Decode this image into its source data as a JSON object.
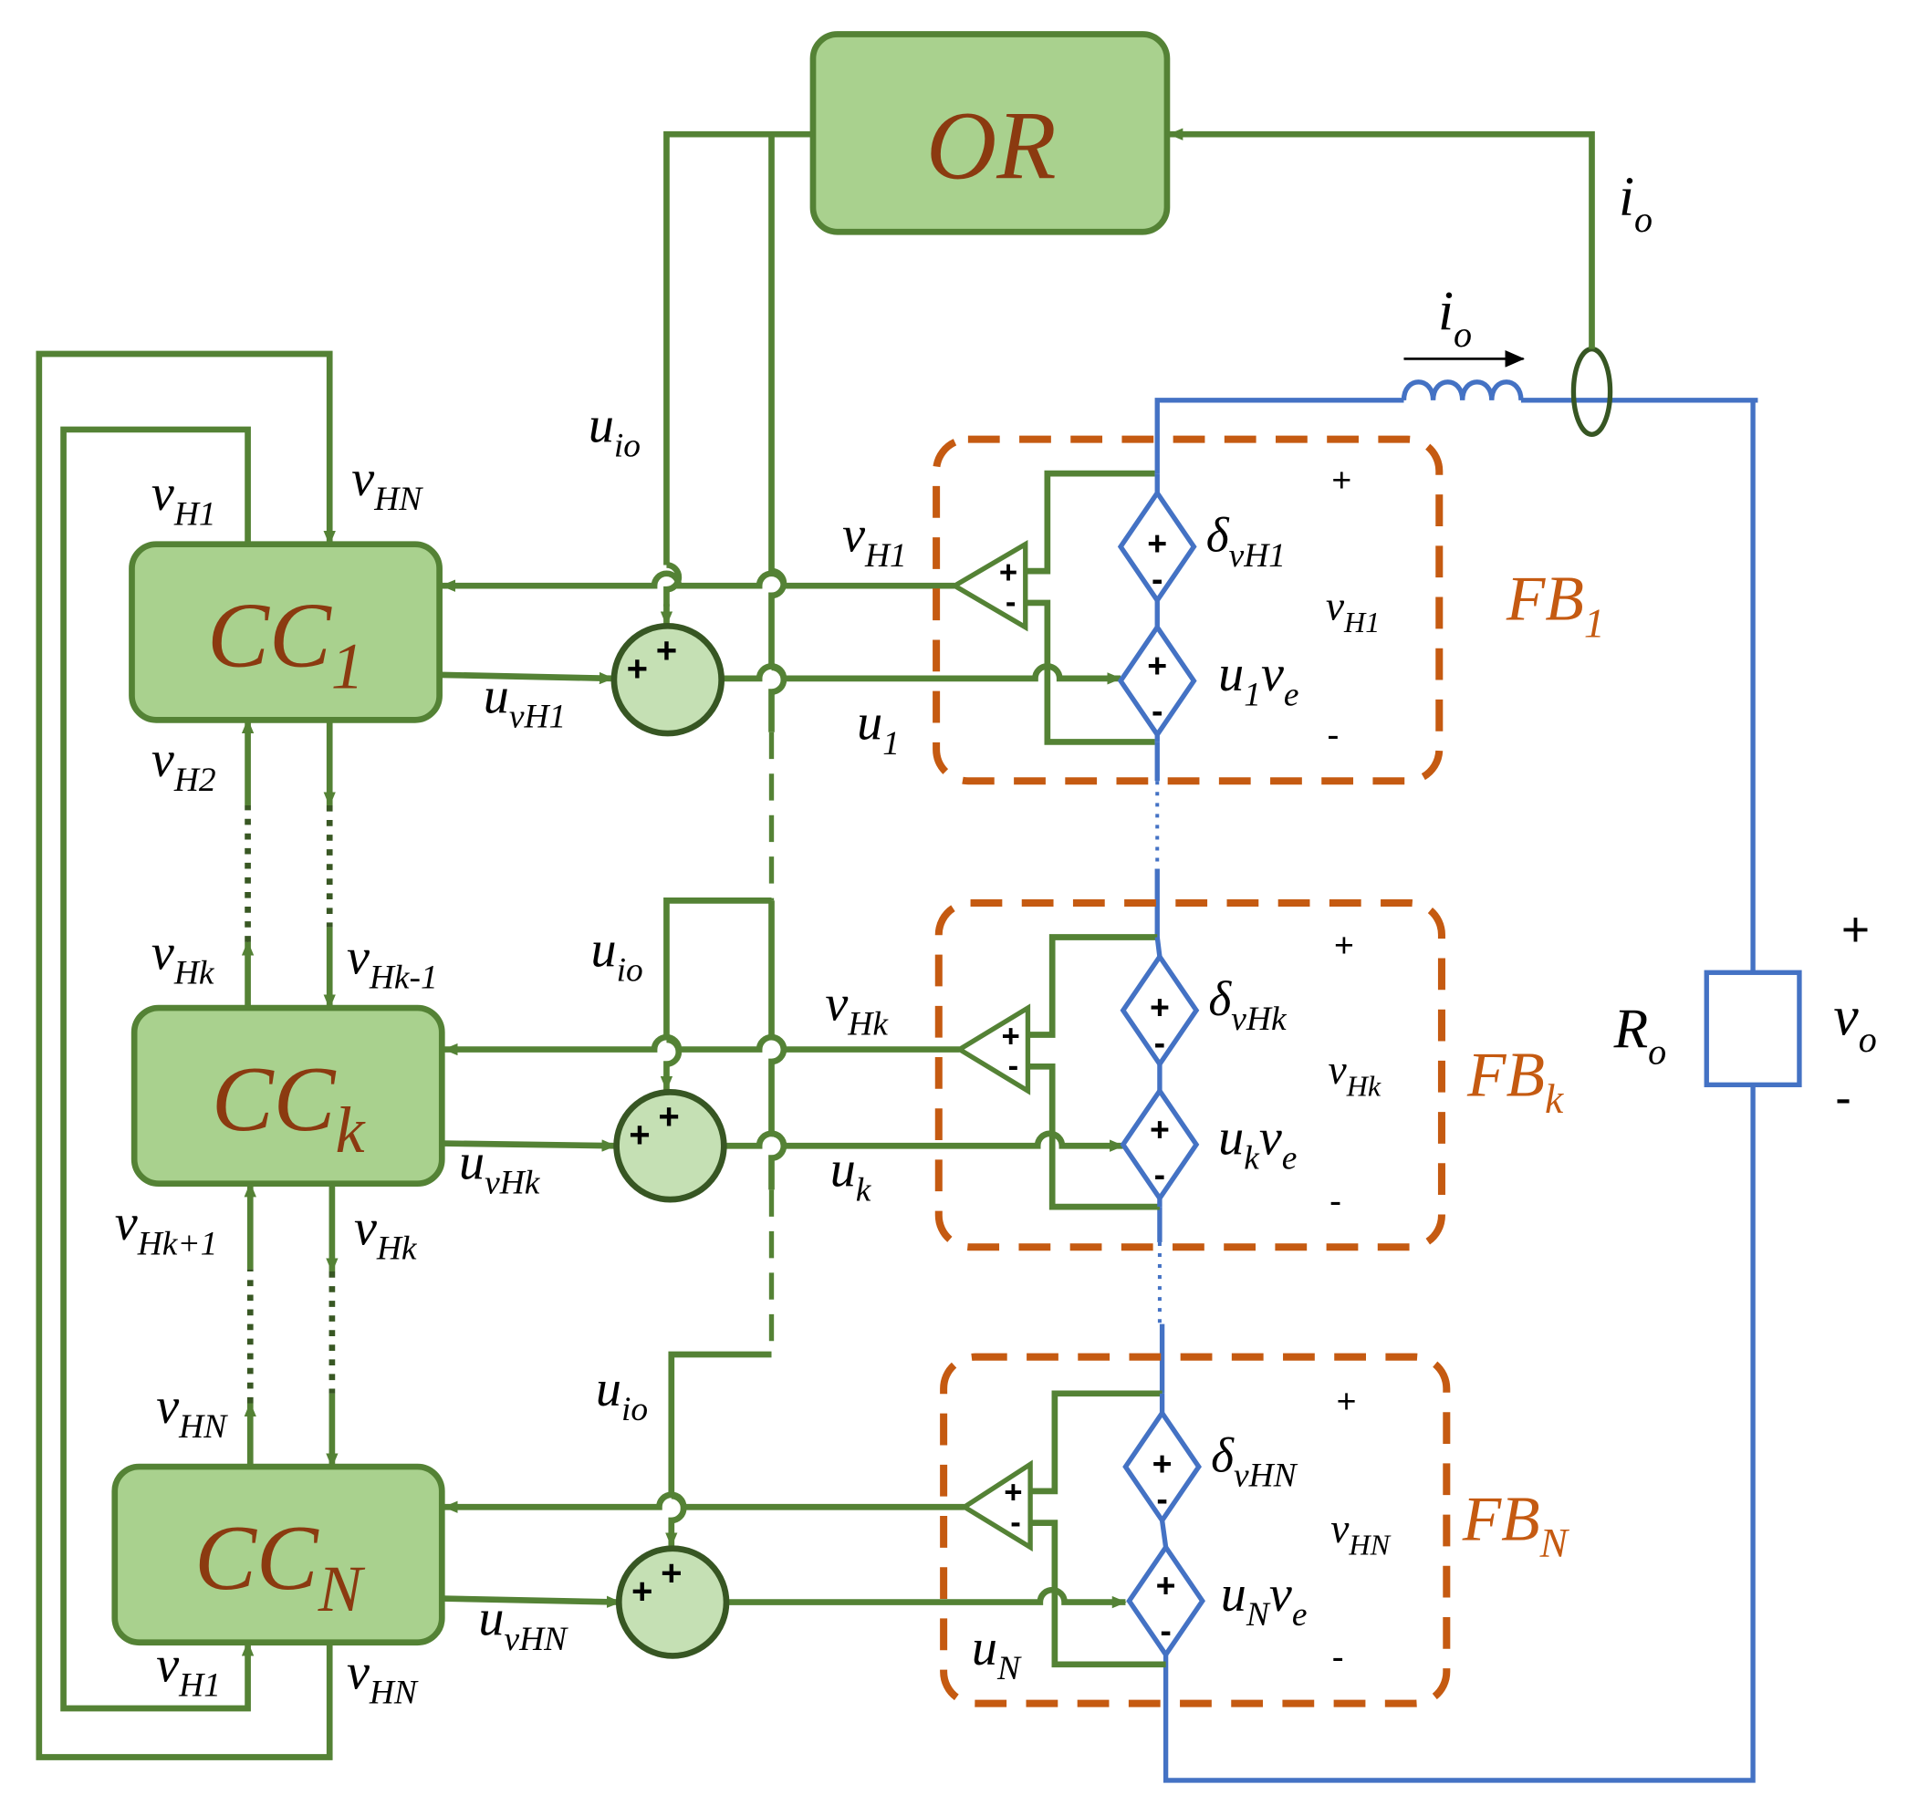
{
  "blocks": {
    "or": "OR",
    "cc1": {
      "main": "CC",
      "sub": "1"
    },
    "cck": {
      "main": "CC",
      "sub": "k"
    },
    "ccn": {
      "main": "CC",
      "sub": "N"
    },
    "fb1": {
      "main": "FB",
      "sub": "1"
    },
    "fbk": {
      "main": "FB",
      "sub": "k"
    },
    "fbn": {
      "main": "FB",
      "sub": "N"
    },
    "ro": {
      "main": "R",
      "sub": "o"
    }
  },
  "signals": {
    "io_sensor": {
      "main": "i",
      "sub": "o"
    },
    "io_inductor": {
      "main": "i",
      "sub": "o"
    },
    "uio_1": {
      "main": "u",
      "sub": "io"
    },
    "uio_k": {
      "main": "u",
      "sub": "io"
    },
    "uio_n": {
      "main": "u",
      "sub": "io"
    },
    "cc1_top_left": {
      "main": "v",
      "sub": "H1"
    },
    "cc1_top_right": {
      "main": "v",
      "sub": "HN"
    },
    "cc1_bottom_left": {
      "main": "v",
      "sub": "H2"
    },
    "cck_top_left": {
      "main": "v",
      "sub": "Hk"
    },
    "cck_top_right": {
      "main": "v",
      "sub": "Hk-1"
    },
    "cck_bottom_left": {
      "main": "v",
      "sub": "Hk+1"
    },
    "cck_bottom_right": {
      "main": "v",
      "sub": "Hk"
    },
    "ccn_top_left": {
      "main": "v",
      "sub": "HN"
    },
    "ccn_bottom_left": {
      "main": "v",
      "sub": "H1"
    },
    "ccn_bottom_right": {
      "main": "v",
      "sub": "HN"
    },
    "uvh_1": {
      "main": "u",
      "sub": "vH1"
    },
    "uvh_k": {
      "main": "u",
      "sub": "vHk"
    },
    "uvh_n": {
      "main": "u",
      "sub": "vHN"
    },
    "vh_feedback_1": {
      "main": "v",
      "sub": "H1"
    },
    "vh_feedback_k": {
      "main": "v",
      "sub": "Hk"
    },
    "u_1": {
      "main": "u",
      "sub": "1"
    },
    "u_k": {
      "main": "u",
      "sub": "k"
    },
    "u_n": {
      "main": "u",
      "sub": "N"
    },
    "delta_1": {
      "main": "δ",
      "sub": "vH1"
    },
    "delta_k": {
      "main": "δ",
      "sub": "vHk"
    },
    "delta_n": {
      "main": "δ",
      "sub": "vHN"
    },
    "src_1": {
      "main": "u",
      "sub": "1",
      "tail": "v",
      "tailsub": "e"
    },
    "src_k": {
      "main": "u",
      "sub": "k",
      "tail": "v",
      "tailsub": "e"
    },
    "src_n": {
      "main": "u",
      "sub": "N",
      "tail": "v",
      "tailsub": "e"
    },
    "vfb_1": {
      "main": "v",
      "sub": "H1"
    },
    "vfb_k": {
      "main": "v",
      "sub": "Hk"
    },
    "vfb_n": {
      "main": "v",
      "sub": "HN"
    },
    "vo": {
      "main": "v",
      "sub": "o"
    }
  },
  "signs": {
    "plus": "+",
    "minus": "-"
  }
}
